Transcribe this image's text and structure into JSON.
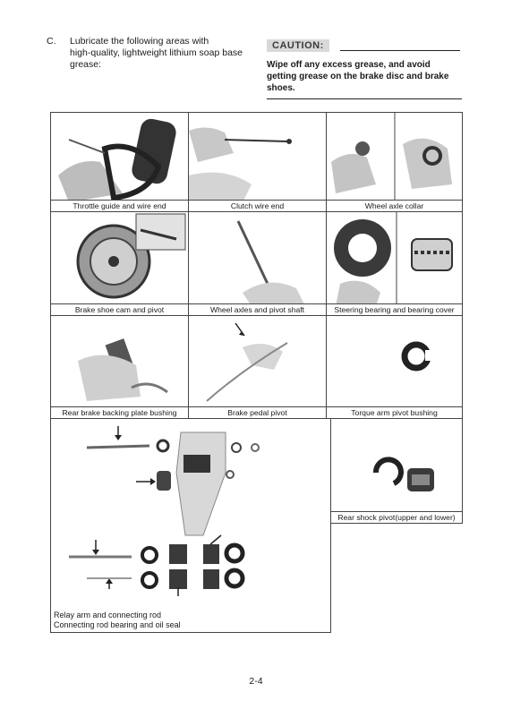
{
  "intro": {
    "letter": "C.",
    "lines": [
      "Lubricate the following areas with",
      "high-quality, lightweight lithium soap base",
      "grease:"
    ]
  },
  "caution": {
    "label": "CAUTION:",
    "lines": [
      "Wipe off any excess grease, and avoid",
      "getting grease on the brake disc and brake",
      "shoes."
    ]
  },
  "captions": {
    "throttle": "Throttle guide and wire end",
    "clutch": "Clutch wire end",
    "wheel_collar": "Wheel axle collar",
    "brake_shoe": "Brake shoe cam and pivot",
    "wheel_axles": "Wheel axles and pivot shaft",
    "steering": "Steering bearing and bearing cover",
    "rear_brake": "Rear brake backing plate bushing",
    "brake_pedal": "Brake pedal pivot",
    "torque_arm": "Torque arm pivot bushing",
    "rear_shock": "Rear shock pivot(upper and lower)",
    "relay_line1": "Relay arm and connecting rod",
    "relay_line2": "Connecting rod bearing and oil seal"
  },
  "page_number": "2-4"
}
